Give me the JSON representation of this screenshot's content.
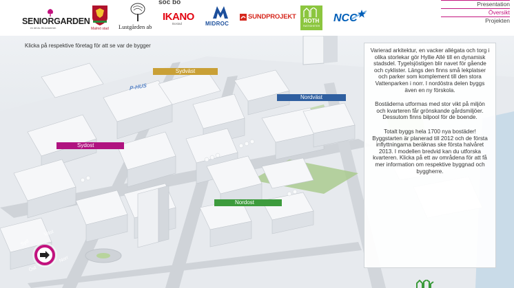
{
  "logos": {
    "seniorgarden": {
      "name": "SENIORGARDEN",
      "tagline": "en del av JM-koncernen"
    },
    "malmo_stad": {
      "name": "Malmö stad"
    },
    "lustgarden": {
      "name": "Lustgården ab"
    },
    "socbo": {
      "name": "soc bo"
    },
    "ikano": {
      "name": "IKANO",
      "sub": "Bostad"
    },
    "midroc": {
      "name": "MIDROC"
    },
    "sundprojekt": {
      "name": "SUNDPROJEKT"
    },
    "roth": {
      "name": "ROTH",
      "sub": "FASTIGHETER"
    },
    "ncc": {
      "name": "NCC"
    }
  },
  "nav": {
    "items": [
      {
        "label": "Presentation",
        "active": false
      },
      {
        "label": "Översikt",
        "active": true
      },
      {
        "label": "Projekten",
        "active": false
      }
    ]
  },
  "map": {
    "instruction": "Klicka på respektive företag för att se var de bygger",
    "areas": [
      {
        "label": "Sydväst",
        "color": "#c9a036"
      },
      {
        "label": "Nordväst",
        "color": "#2f5fa0"
      },
      {
        "label": "Sydost",
        "color": "#b01380"
      },
      {
        "label": "Nordost",
        "color": "#3d9b3d"
      }
    ],
    "building_sign": "P-HUS"
  },
  "compass": {
    "north": "Norr",
    "south": "Syd",
    "east": "Öst",
    "west": "Väst"
  },
  "info_panel": {
    "paragraphs": [
      "Varierad arkitektur, en vacker allégata och torg i olika storlekar gör Hyllie Allé till en dynamisk stadsdel. Tygelsjöstigen blir navet för gående och cyklister. Längs den finns små lekplatser och parker som komplement till den stora Vattenparken i norr. I nordöstra delen byggs även en ny förskola.",
      "Bostäderna utformas med stor vikt på miljön och kvarteren får grönskande gårdsmiljöer. Dessutom finns bilpool för de boende.",
      "Totalt byggs hela 1700 nya bostäder! Byggstarten är planerad till 2012 och de första inflyttningarna beräknas ske första halvåret 2013.  I modellen bredvid kan du utforska kvarteren. Klicka på ett av områdena för att få mer information om respektive byggnad och byggherre."
    ]
  },
  "colors": {
    "brand_magenta": "#c2127e",
    "sydvast": "#c9a036",
    "nordvast": "#2f5fa0",
    "sydost": "#b01380",
    "nordost": "#3d9b3d",
    "ikano_red": "#e30613",
    "midroc_blue": "#1c4f9c",
    "roth_green": "#8cc63f",
    "ncc_blue": "#005eb8",
    "sundprojekt_red": "#d6281e"
  }
}
